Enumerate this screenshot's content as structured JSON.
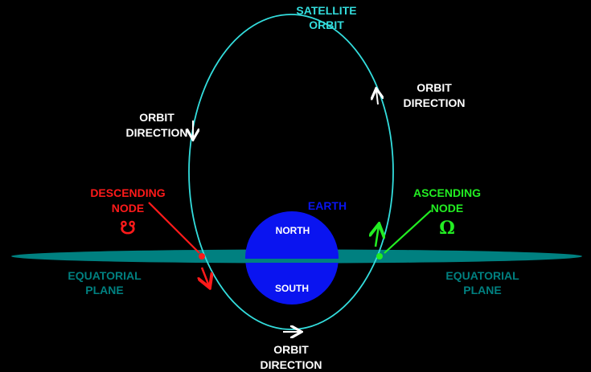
{
  "title": {
    "line1": "SATELLITE",
    "line2": "ORBIT"
  },
  "orbit_direction_left": {
    "line1": "ORBIT",
    "line2": "DIRECTION"
  },
  "orbit_direction_right": {
    "line1": "ORBIT",
    "line2": "DIRECTION"
  },
  "orbit_direction_bottom": {
    "line1": "ORBIT",
    "line2": "DIRECTION"
  },
  "descending_node": {
    "line1": "DESCENDING",
    "line2": "NODE",
    "symbol": "☋"
  },
  "ascending_node": {
    "line1": "ASCENDING",
    "line2": "NODE",
    "symbol": "Ω"
  },
  "earth": {
    "label": "EARTH",
    "north": "NORTH",
    "south": "SOUTH"
  },
  "equatorial_left": {
    "line1": "EQUATORIAL",
    "line2": "PLANE"
  },
  "equatorial_right": {
    "line1": "EQUATORIAL",
    "line2": "PLANE"
  },
  "colors": {
    "orbit": "#33dddd",
    "plane": "#008080",
    "earth": "#0a14f0",
    "descending": "#ff1a1a",
    "ascending": "#22ee22"
  }
}
